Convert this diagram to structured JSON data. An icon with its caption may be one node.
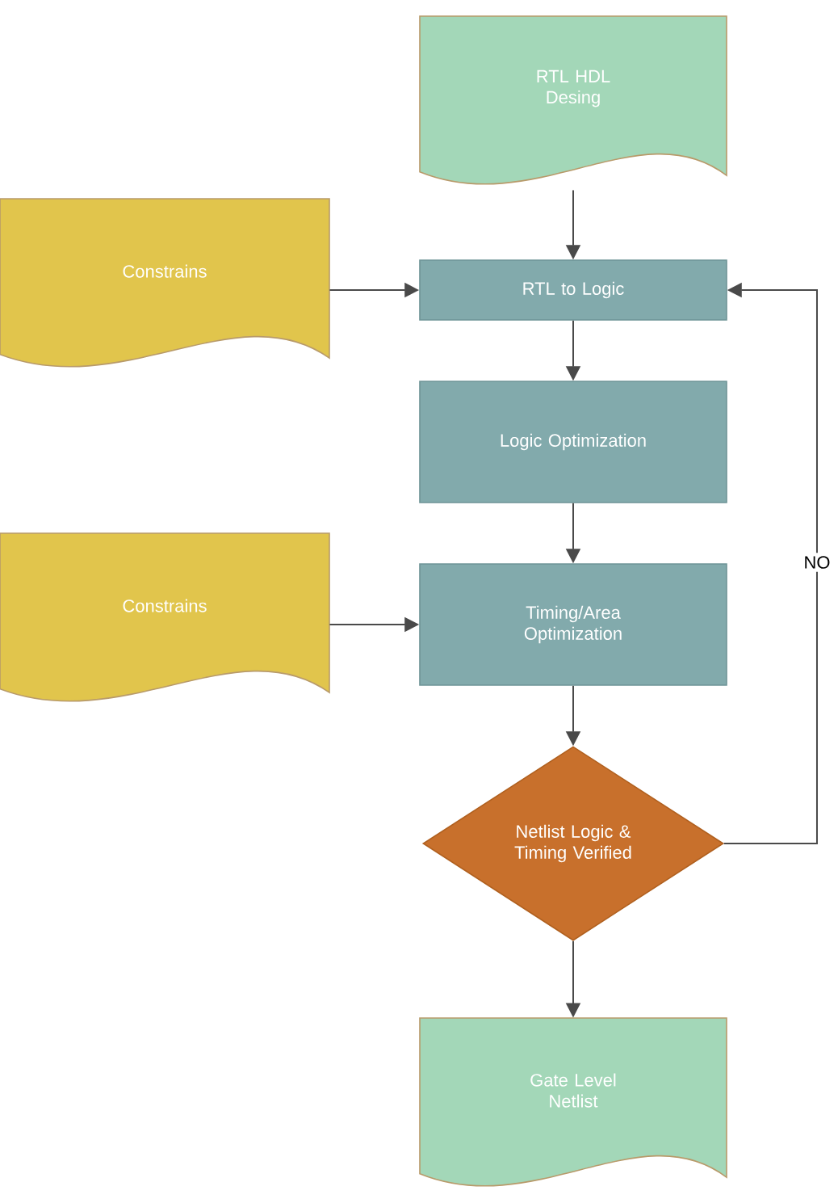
{
  "diagram": {
    "nodes": [
      {
        "text": [
          "RTL HDL Desing"
        ]
      },
      {
        "text": [
          "Constrains"
        ]
      },
      {
        "text": [
          "RTL to Logic"
        ]
      },
      {
        "text": [
          "Logic Optimization"
        ]
      },
      {
        "text": [
          "Constrains"
        ]
      },
      {
        "text": [
          "Timing/Area Optimization"
        ]
      },
      {
        "text": [
          "Netlist Logic & Timing Verified"
        ]
      },
      {
        "text": [
          "Gate Level Netlist"
        ]
      }
    ],
    "edges": [
      {
        "from": 0,
        "to": 2,
        "arrow": "to"
      },
      {
        "from": 1,
        "to": 2,
        "arrow": "to"
      },
      {
        "from": 2,
        "to": 3,
        "arrow": "to"
      },
      {
        "from": 3,
        "to": 5,
        "arrow": "to"
      },
      {
        "from": 4,
        "to": 5,
        "arrow": "to"
      },
      {
        "from": 5,
        "to": 6,
        "arrow": "to"
      },
      {
        "from": 6,
        "to": 7,
        "arrow": "to"
      },
      {
        "from": 6,
        "to": 2,
        "label": "NO",
        "arrow": "to"
      }
    ]
  }
}
